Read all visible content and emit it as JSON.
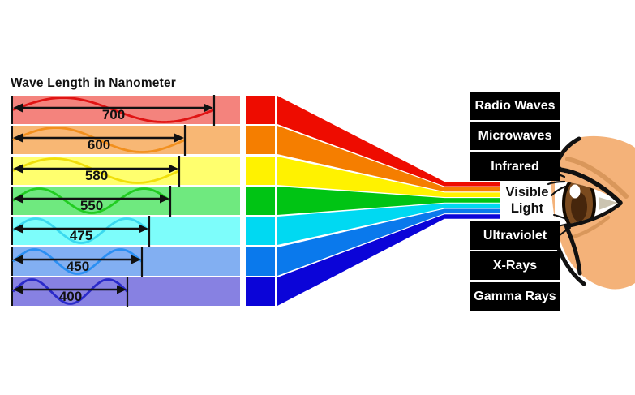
{
  "title": "Wave Length in Nanometer",
  "visible_light": {
    "line1": "Visible",
    "line2": "Light"
  },
  "em_labels": [
    {
      "label": "Radio Waves"
    },
    {
      "label": "Microwaves"
    },
    {
      "label": "Infrared"
    },
    {
      "label": "Ultraviolet"
    },
    {
      "label": "X-Rays"
    },
    {
      "label": "Gamma Rays"
    }
  ],
  "spectrum_rows": [
    {
      "name": "red",
      "wavelength_nm": 700,
      "band_color": "#F4837D",
      "wave_color": "#E01414",
      "solid_color": "#EE0C00",
      "cycles": 1
    },
    {
      "name": "orange",
      "wavelength_nm": 600,
      "band_color": "#F8B774",
      "wave_color": "#F2901E",
      "solid_color": "#F57E00",
      "cycles": 1
    },
    {
      "name": "yellow",
      "wavelength_nm": 580,
      "band_color": "#FFFF6E",
      "wave_color": "#F0DF0A",
      "solid_color": "#FFF200",
      "cycles": 1
    },
    {
      "name": "green",
      "wavelength_nm": 550,
      "band_color": "#6FE97F",
      "wave_color": "#22CC22",
      "solid_color": "#00C414",
      "cycles": 1.5
    },
    {
      "name": "cyan",
      "wavelength_nm": 475,
      "band_color": "#7DFDFB",
      "wave_color": "#3BD9EF",
      "solid_color": "#00D9F2",
      "cycles": 1.5
    },
    {
      "name": "blue",
      "wavelength_nm": 450,
      "band_color": "#82AFF2",
      "wave_color": "#2B8FF2",
      "solid_color": "#0A79EC",
      "cycles": 1.5
    },
    {
      "name": "violet",
      "wavelength_nm": 400,
      "band_color": "#8781E2",
      "wave_color": "#2A2ACA",
      "solid_color": "#0B04D8",
      "cycles": 1.5
    }
  ],
  "colors": {
    "label_box_bg": "#000000",
    "label_box_text": "#FFFFFF",
    "arrow": "#111111",
    "eye_skin": "#F4B279",
    "eye_crease": "#D9975B",
    "eye_iris": "#7A4A1E",
    "eye_iris_dark": "#46260C",
    "eye_sclera_corner": "#CBC4B1"
  }
}
